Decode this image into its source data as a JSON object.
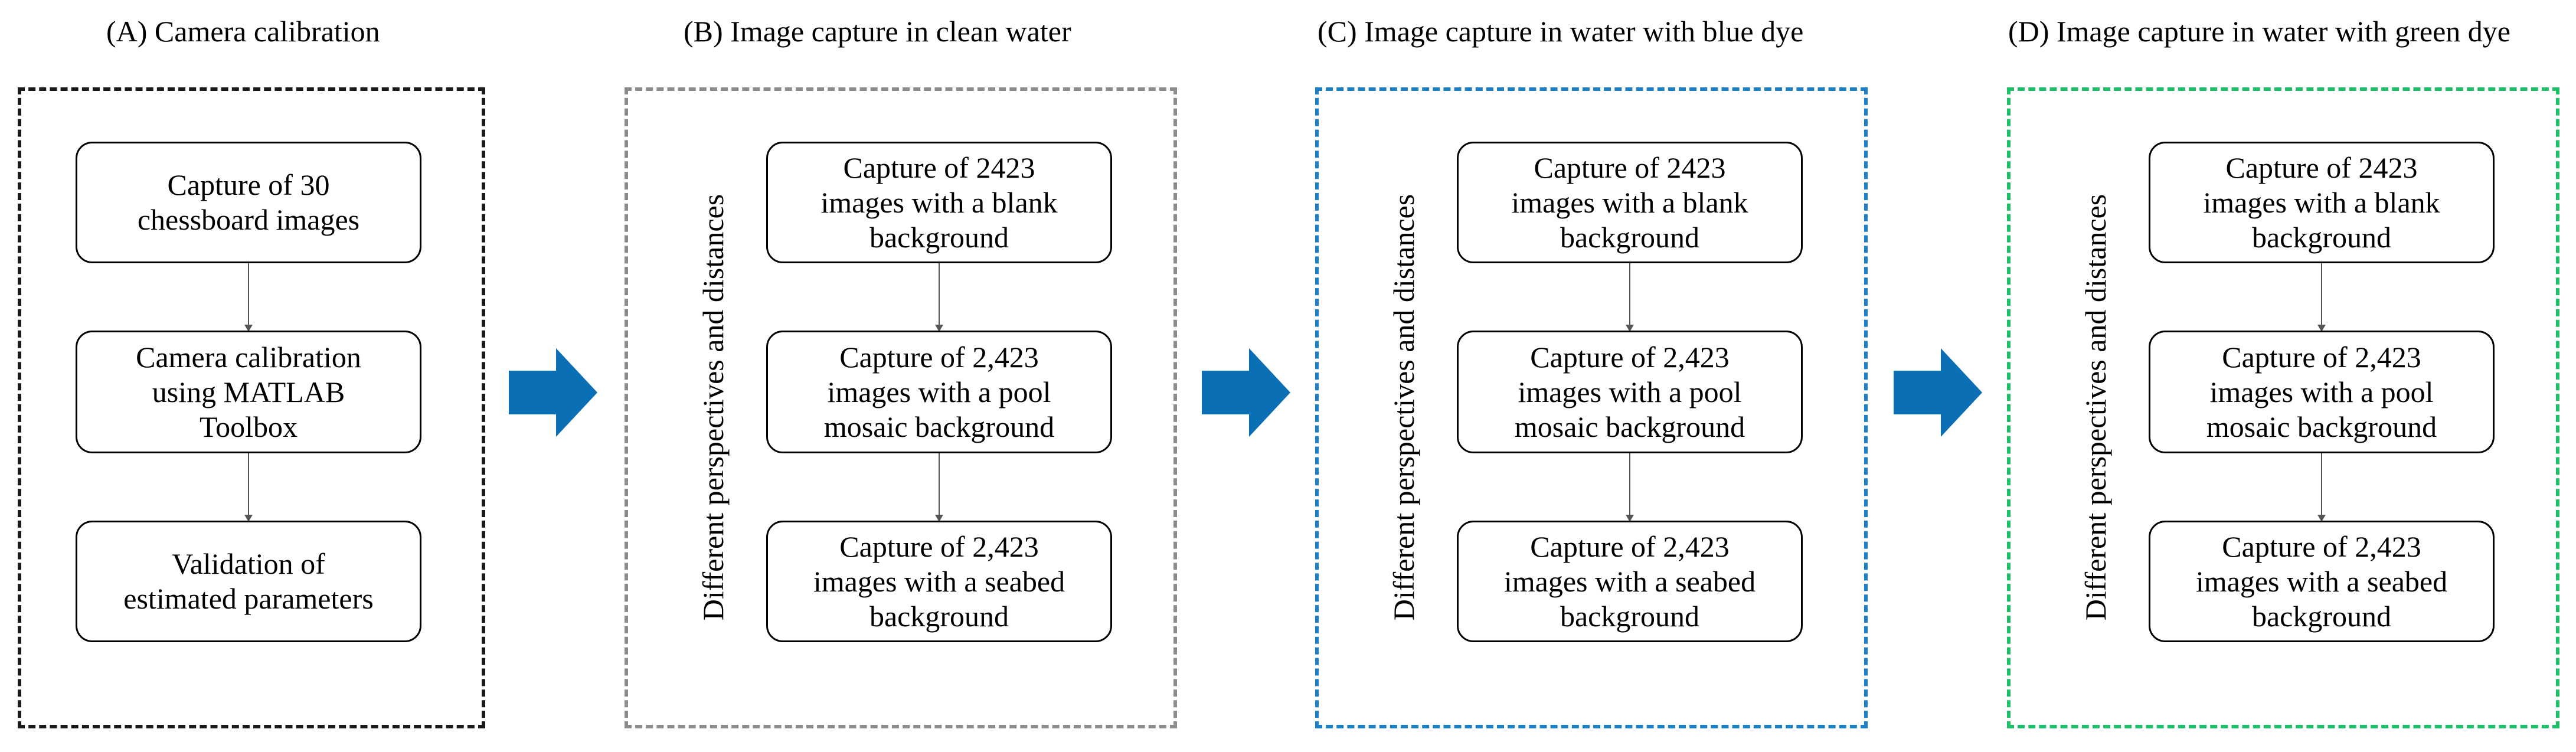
{
  "colors": {
    "panel_a_border": "#1a1a1a",
    "panel_b_border": "#8c8c8c",
    "panel_c_border": "#1f7fc4",
    "panel_d_border": "#1fbf6a",
    "arrow_fill": "#0b6fb5"
  },
  "panels": [
    {
      "title": "(A) Camera calibration",
      "side_label": "",
      "nodes": [
        {
          "lines": [
            "Capture of 30",
            "chessboard images"
          ]
        },
        {
          "lines": [
            "Camera calibration",
            "using MATLAB",
            "Toolbox"
          ]
        },
        {
          "lines": [
            "Validation of",
            "estimated parameters"
          ]
        }
      ]
    },
    {
      "title": "(B) Image capture in clean water",
      "side_label": "Different perspectives and distances",
      "nodes": [
        {
          "lines": [
            "Capture of 2423",
            "images with a blank",
            "background"
          ]
        },
        {
          "lines": [
            "Capture of 2,423",
            "images with a pool",
            "mosaic background"
          ]
        },
        {
          "lines": [
            "Capture of 2,423",
            "images with a seabed",
            "background"
          ]
        }
      ]
    },
    {
      "title": "(C) Image capture in water with blue dye",
      "side_label": "Different perspectives and distances",
      "nodes": [
        {
          "lines": [
            "Capture of 2423",
            "images with a blank",
            "background"
          ]
        },
        {
          "lines": [
            "Capture of 2,423",
            "images with a pool",
            "mosaic background"
          ]
        },
        {
          "lines": [
            "Capture of 2,423",
            "images with a seabed",
            "background"
          ]
        }
      ]
    },
    {
      "title": "(D) Image capture in water with green dye",
      "side_label": "Different perspectives and distances",
      "nodes": [
        {
          "lines": [
            "Capture of 2423",
            "images with a blank",
            "background"
          ]
        },
        {
          "lines": [
            "Capture of 2,423",
            "images with a pool",
            "mosaic background"
          ]
        },
        {
          "lines": [
            "Capture of 2,423",
            "images with a seabed",
            "background"
          ]
        }
      ]
    }
  ]
}
